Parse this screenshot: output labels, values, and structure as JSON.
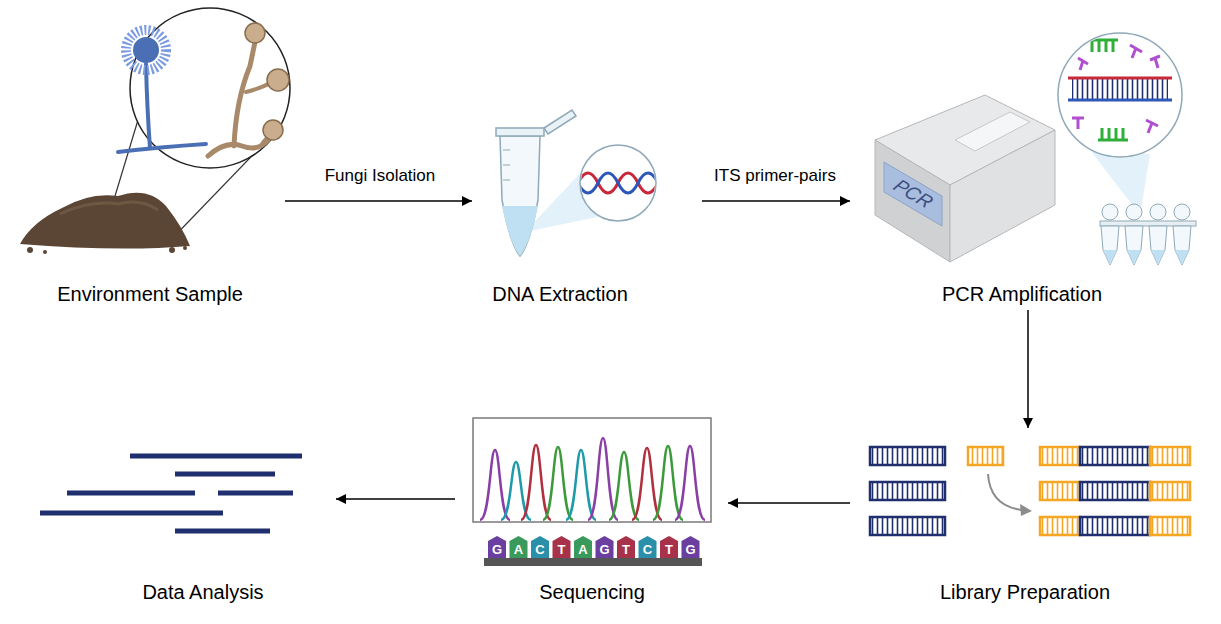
{
  "diagram": {
    "nodes": [
      {
        "text": [
          "Environment Sample"
        ]
      },
      {
        "text": [
          "DNA Extraction"
        ]
      },
      {
        "text": [
          "PCR Amplification"
        ]
      },
      {
        "text": [
          "Library Preparation"
        ]
      },
      {
        "text": [
          "Sequencing"
        ]
      },
      {
        "text": [
          "Data Analysis"
        ]
      }
    ],
    "edges": [
      {
        "from": 0,
        "to": 1,
        "arrow": "to",
        "label": "Fungi Isolation"
      },
      {
        "from": 1,
        "to": 2,
        "arrow": "to",
        "label": "ITS primer-pairs"
      },
      {
        "from": 2,
        "to": 3,
        "arrow": "to"
      },
      {
        "from": 3,
        "to": 4,
        "arrow": "to"
      },
      {
        "from": 4,
        "to": 5,
        "arrow": "to"
      }
    ],
    "labels": [
      "PCR",
      "G",
      "A",
      "C",
      "T",
      "A",
      "G",
      "T",
      "C",
      "T",
      "G"
    ]
  }
}
